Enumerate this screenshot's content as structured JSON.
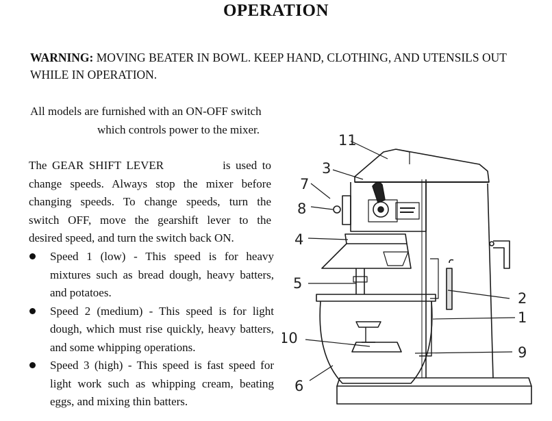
{
  "heading": "OPERATION",
  "warning": {
    "label": "WARNING:",
    "text": " MOVING BEATER IN BOWL. KEEP HAND, CLOTHING, AND UTENSILS OUT WHILE IN OPERATION."
  },
  "switch_paragraph": {
    "line1": "All models are furnished with an ON-OFF switch",
    "line2": "which controls power to the mixer."
  },
  "gear_paragraph": {
    "line1a": "The GEAR SHIFT LEVER",
    "line1b": "is used to",
    "line2": "change speeds. Always stop the mixer before",
    "line3": "changing speeds. To change speeds, turn the",
    "line4": "switch OFF, move the gearshift lever to the",
    "line5": "desired speed, and turn the switch back ON."
  },
  "speeds": [
    {
      "lines": [
        "Speed 1 (low) - This speed is for heavy",
        "mixtures such as bread dough, heavy batters,",
        "and potatoes."
      ]
    },
    {
      "lines": [
        "Speed 2 (medium) - This speed is for light",
        "dough, which must rise quickly, heavy batters,",
        "and some whipping operations."
      ]
    },
    {
      "lines": [
        "Speed 3 (high) - This speed is fast speed for",
        "light work such as whipping cream, beating",
        "eggs, and mixing thin batters."
      ]
    }
  ],
  "callouts": {
    "c1": "1",
    "c2": "2",
    "c3": "3",
    "c4": "4",
    "c5": "5",
    "c6": "6",
    "c7": "7",
    "c8": "8",
    "c9": "9",
    "c10": "10",
    "c11": "11"
  }
}
